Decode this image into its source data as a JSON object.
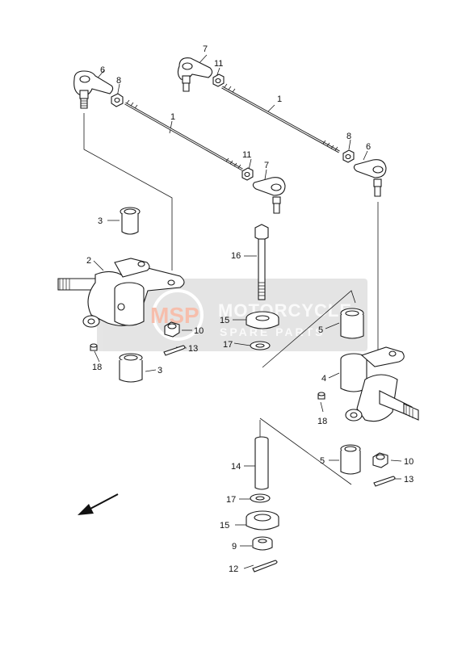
{
  "callouts": [
    {
      "id": "c1a",
      "text": "1"
    },
    {
      "id": "c1b",
      "text": "1"
    },
    {
      "id": "c2",
      "text": "2"
    },
    {
      "id": "c3a",
      "text": "3"
    },
    {
      "id": "c3b",
      "text": "3"
    },
    {
      "id": "c4",
      "text": "4"
    },
    {
      "id": "c5a",
      "text": "5"
    },
    {
      "id": "c5b",
      "text": "5"
    },
    {
      "id": "c6a",
      "text": "6"
    },
    {
      "id": "c6b",
      "text": "6"
    },
    {
      "id": "c7a",
      "text": "7"
    },
    {
      "id": "c7b",
      "text": "7"
    },
    {
      "id": "c8a",
      "text": "8"
    },
    {
      "id": "c8b",
      "text": "8"
    },
    {
      "id": "c9",
      "text": "9"
    },
    {
      "id": "c10a",
      "text": "10"
    },
    {
      "id": "c10b",
      "text": "10"
    },
    {
      "id": "c11a",
      "text": "11"
    },
    {
      "id": "c11b",
      "text": "11"
    },
    {
      "id": "c12",
      "text": "12"
    },
    {
      "id": "c13a",
      "text": "13"
    },
    {
      "id": "c13b",
      "text": "13"
    },
    {
      "id": "c14",
      "text": "14"
    },
    {
      "id": "c15a",
      "text": "15"
    },
    {
      "id": "c15b",
      "text": "15"
    },
    {
      "id": "c16",
      "text": "16"
    },
    {
      "id": "c17a",
      "text": "17"
    },
    {
      "id": "c17b",
      "text": "17"
    },
    {
      "id": "c18a",
      "text": "18"
    },
    {
      "id": "c18b",
      "text": "18"
    }
  ],
  "watermark": {
    "logo": "MSP",
    "line1": "MOTORCYCLE",
    "line2": "SPARE PARTS"
  },
  "colors": {
    "line": "#1a1a1a",
    "part_fill": "#ffffff",
    "watermark_box": "#d8d8d8",
    "watermark_text": "#f4f4f4",
    "watermark_logo": "#f08a6a"
  },
  "icons": {
    "direction_arrow": "front-direction-arrow-icon"
  }
}
